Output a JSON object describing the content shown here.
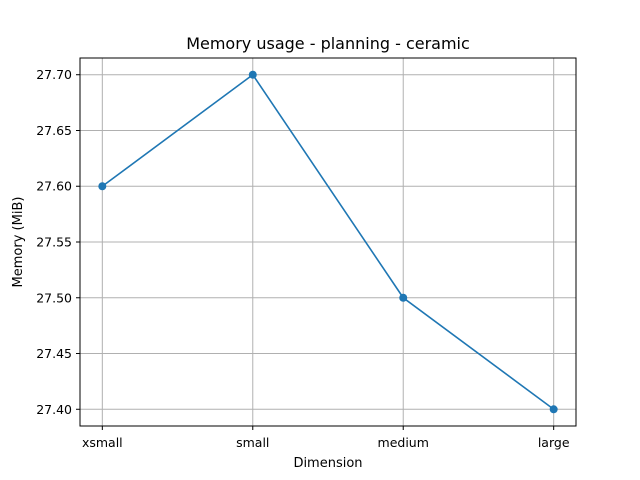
{
  "chart_data": {
    "type": "line",
    "title": "Memory usage - planning - ceramic",
    "xlabel": "Dimension",
    "ylabel": "Memory (MiB)",
    "categories": [
      "xsmall",
      "small",
      "medium",
      "large"
    ],
    "series": [
      {
        "values": [
          27.6,
          27.7,
          27.5,
          27.4
        ],
        "marker": "circle"
      }
    ],
    "ylim": [
      27.385,
      27.715
    ],
    "yticks": [
      27.4,
      27.45,
      27.5,
      27.55,
      27.6,
      27.65,
      27.7
    ],
    "ytick_labels": [
      "27.40",
      "27.45",
      "27.50",
      "27.55",
      "27.60",
      "27.65",
      "27.70"
    ],
    "grid": true,
    "legend": "none",
    "colors": {
      "series": "#1f77b4",
      "grid": "#b0b0b0",
      "frame": "#000000"
    }
  }
}
